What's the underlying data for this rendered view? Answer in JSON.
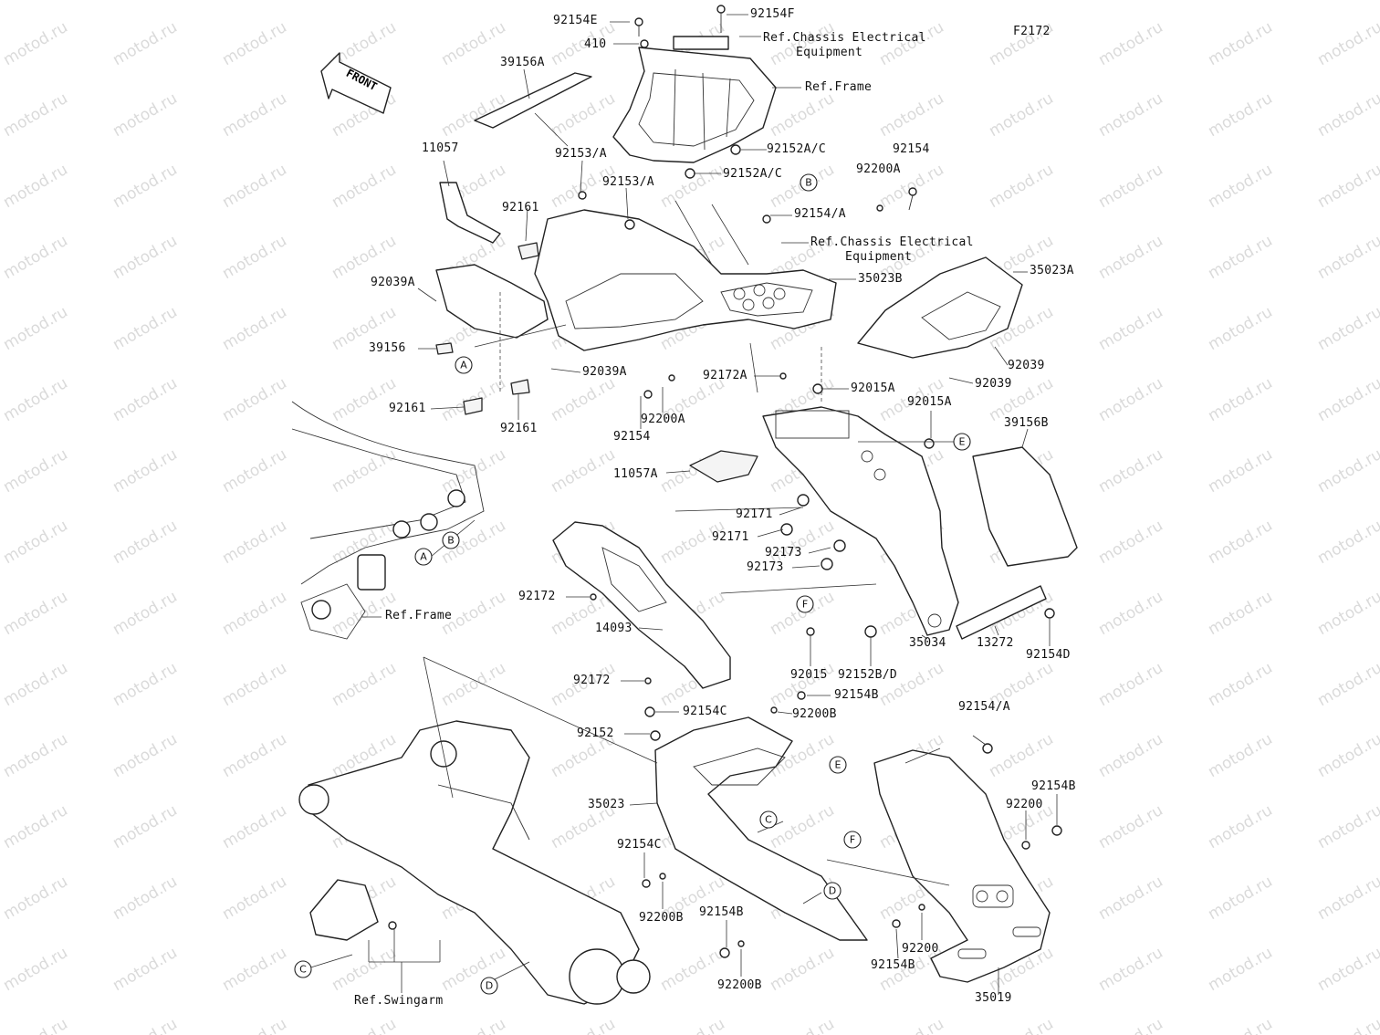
{
  "figure_id": "F2172",
  "front_label": "FRONT",
  "watermark": "motod.ru",
  "labels": {
    "p92154E": "92154E",
    "p92154F": "92154F",
    "p410": "410",
    "ref_chassis_1": "Ref.Chassis Electrical",
    "ref_chassis_1b": "Equipment",
    "ref_frame_1": "Ref.Frame",
    "p39156A": "39156A",
    "p11057": "11057",
    "p92153A_1": "92153/A",
    "p92153A_2": "92153/A",
    "p92152AC_1": "92152A/C",
    "p92152AC_2": "92152A/C",
    "p92154": "92154",
    "p92200A": "92200A",
    "p92154A_1": "92154/A",
    "ref_chassis_2": "Ref.Chassis Electrical",
    "ref_chassis_2b": "Equipment",
    "p92161_1": "92161",
    "p35023B": "35023B",
    "p35023A": "35023A",
    "p92039A_1": "92039A",
    "p39156": "39156",
    "p92039A_2": "92039A",
    "p92039_1": "92039",
    "p92039_2": "92039",
    "p92161_2": "92161",
    "p92161_3": "92161",
    "p92172A": "92172A",
    "p92015A_1": "92015A",
    "p92015A_2": "92015A",
    "p92200A_2": "92200A",
    "p92154_2": "92154",
    "p39156B": "39156B",
    "p11057A": "11057A",
    "p92171_1": "92171",
    "p92171_2": "92171",
    "p92173_1": "92173",
    "p92173_2": "92173",
    "p92172_1": "92172",
    "p14093": "14093",
    "ref_frame_2": "Ref.Frame",
    "p92015": "92015",
    "p92152BD": "92152B/D",
    "p35034": "35034",
    "p13272": "13272",
    "p92154D": "92154D",
    "p92172_2": "92172",
    "p92154C_1": "92154C",
    "p92154B_1": "92154B",
    "p92200B_1": "92200B",
    "p92152": "92152",
    "p92154A_2": "92154/A",
    "p35023": "35023",
    "p92154B_2": "92154B",
    "p92200_1": "92200",
    "p92154C_2": "92154C",
    "p92200B_2": "92200B",
    "p92154B_3": "92154B",
    "p92200B_3": "92200B",
    "p92200_2": "92200",
    "p92154B_4": "92154B",
    "p35019": "35019",
    "ref_swingarm": "Ref.Swingarm"
  },
  "callouts": [
    "A",
    "B",
    "C",
    "D",
    "E",
    "F"
  ]
}
